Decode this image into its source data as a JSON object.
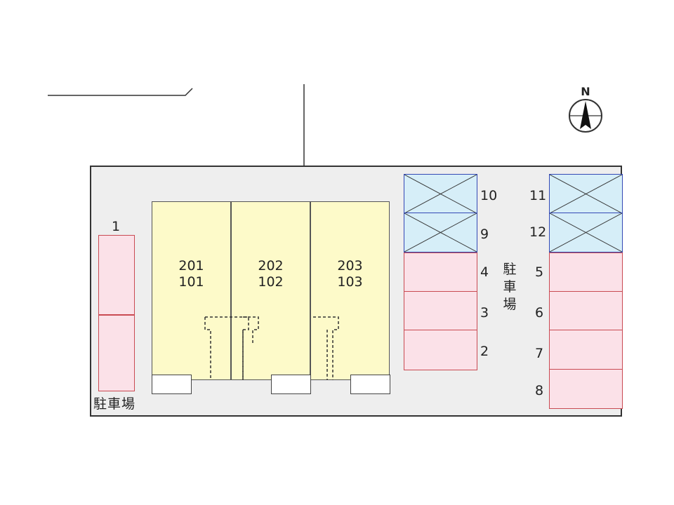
{
  "units": [
    {
      "upper": "201",
      "lower": "101"
    },
    {
      "upper": "202",
      "lower": "102"
    },
    {
      "upper": "203",
      "lower": "103"
    }
  ],
  "parking": {
    "label": "駐車場",
    "left_space_number": "1",
    "middle_column": {
      "covered": [
        "10",
        "9"
      ],
      "open": [
        "4",
        "3",
        "2"
      ]
    },
    "right_column": {
      "covered": [
        "11",
        "12"
      ],
      "open": [
        "5",
        "6",
        "7",
        "8"
      ]
    }
  },
  "compass": {
    "label": "N"
  },
  "colors": {
    "unit_fill": "#fdfac9",
    "open_space_fill": "#fbe1e8",
    "open_space_border": "#c94a52",
    "covered_space_fill": "#d6eef8",
    "covered_space_border": "#3348b5",
    "lot_fill": "#eeeeee"
  }
}
